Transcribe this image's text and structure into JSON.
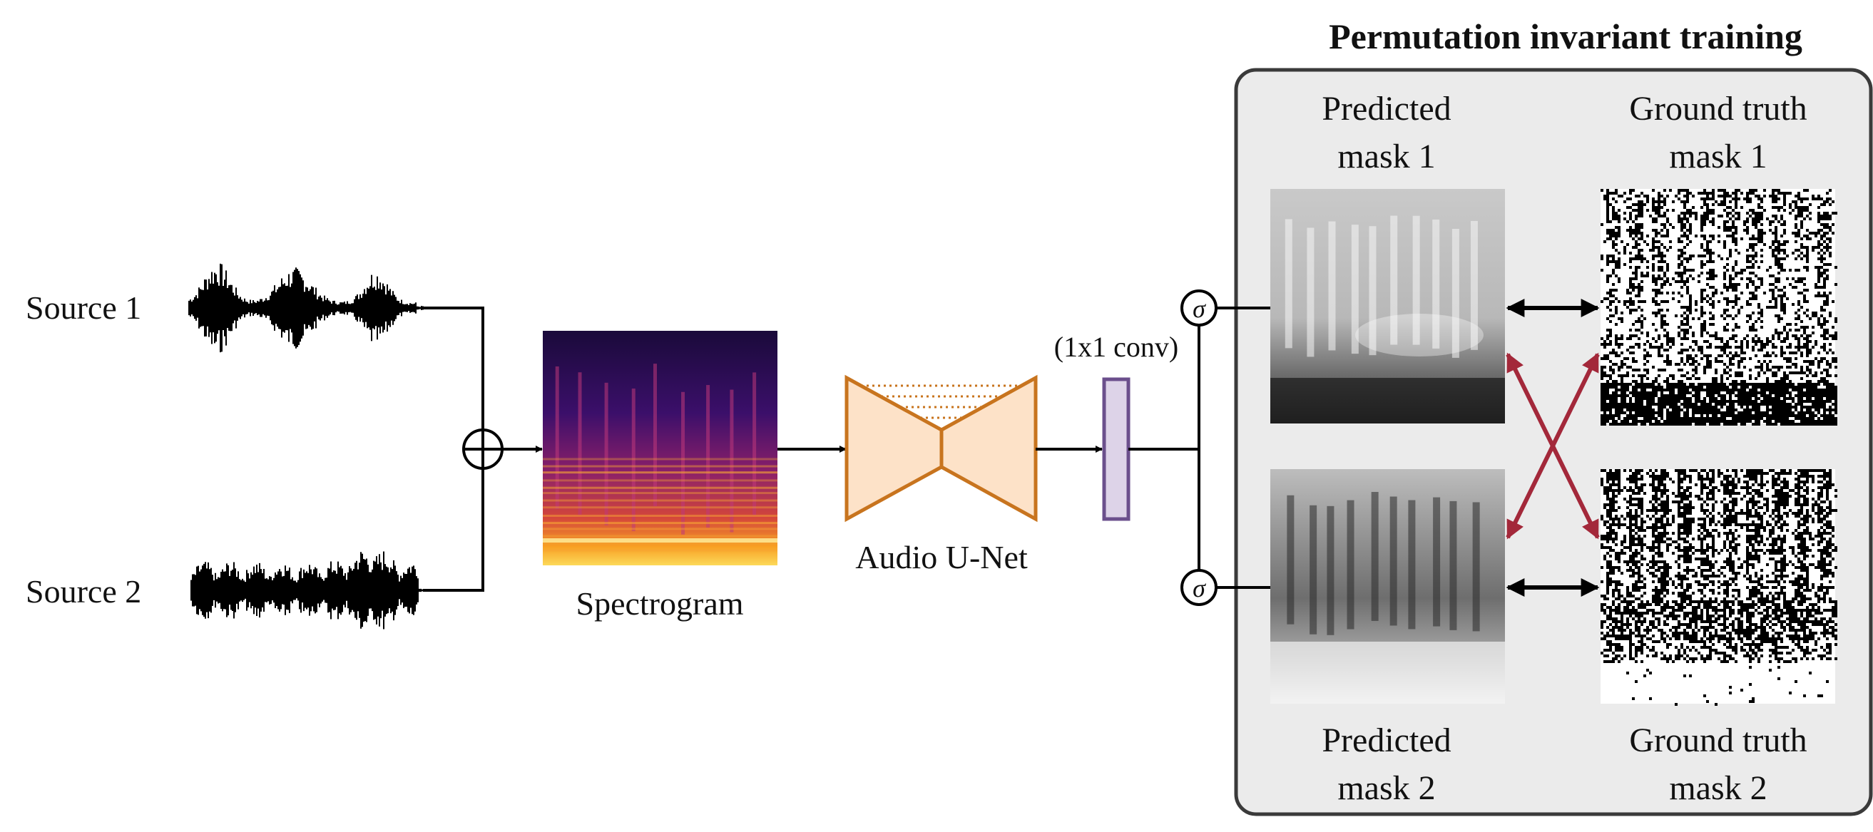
{
  "sources": [
    {
      "label": "Source 1"
    },
    {
      "label": "Source 2"
    }
  ],
  "spectrogram": {
    "label": "Spectrogram"
  },
  "unet": {
    "label": "Audio U-Net"
  },
  "conv": {
    "label": "(1x1 conv)"
  },
  "sigma": {
    "symbol": "σ"
  },
  "pit": {
    "title": "Permutation invariant training",
    "predicted_1": [
      "Predicted",
      "mask 1"
    ],
    "ground_truth_1": [
      "Ground truth",
      "mask 1"
    ],
    "predicted_2": [
      "Predicted",
      "mask 2"
    ],
    "ground_truth_2": [
      "Ground truth",
      "mask 2"
    ]
  },
  "colors": {
    "unet_fill": "#fde2c8",
    "unet_stroke": "#c8741e",
    "conv_fill": "#ddd3e8",
    "conv_stroke": "#6b4f8c",
    "cross_arrow": "#a3283a",
    "panel_fill": "#ebebeb",
    "panel_stroke": "#3a3a3a"
  }
}
